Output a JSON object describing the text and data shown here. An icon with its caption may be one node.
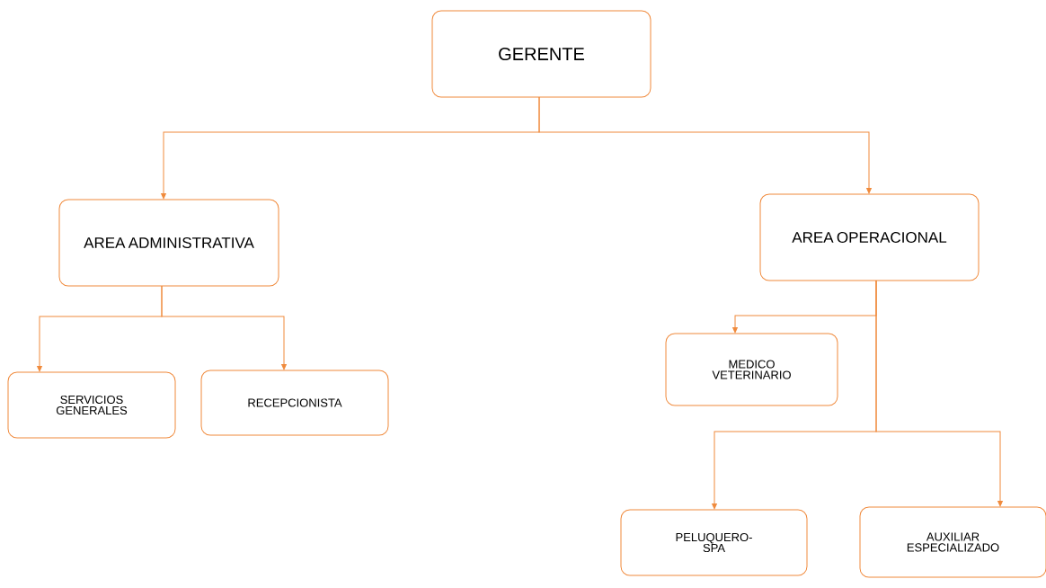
{
  "diagram": {
    "nodes": [
      {
        "text": [
          "GERENTE"
        ]
      },
      {
        "text": [
          "AREA ADMINISTRATIVA"
        ]
      },
      {
        "text": [
          "AREA OPERACIONAL"
        ]
      },
      {
        "text": [
          "SERVICIOS GENERALES"
        ]
      },
      {
        "text": [
          "RECEPCIONISTA"
        ]
      },
      {
        "text": [
          "MEDICO VETERINARIO"
        ]
      },
      {
        "text": [
          "PELUQUERO- SPA"
        ]
      },
      {
        "text": [
          "AUXILIAR ESPECIALIZADO"
        ]
      }
    ],
    "edges": [
      {
        "from": 0,
        "to": 1,
        "arrow": "to"
      },
      {
        "from": 0,
        "to": 2,
        "arrow": "to"
      },
      {
        "from": 1,
        "to": 3,
        "arrow": "to"
      },
      {
        "from": 1,
        "to": 4,
        "arrow": "to"
      },
      {
        "from": 2,
        "to": 5,
        "arrow": "to"
      },
      {
        "from": 2,
        "to": 6,
        "arrow": "to"
      },
      {
        "from": 2,
        "to": 7,
        "arrow": "to"
      }
    ]
  }
}
